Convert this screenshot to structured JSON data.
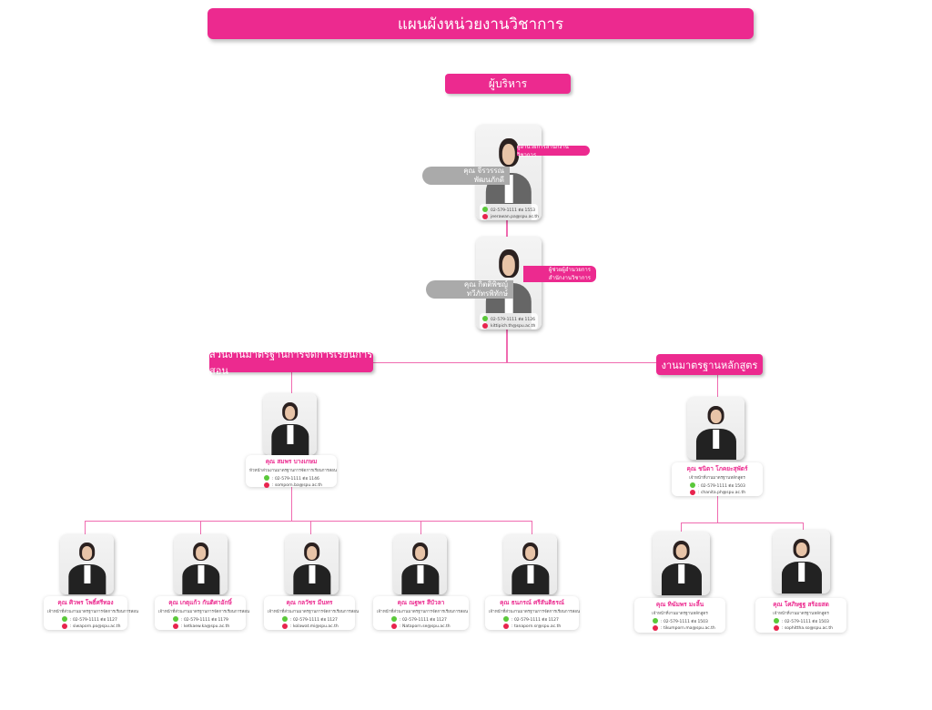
{
  "title": "แผนผังหน่วยงานวิชาการ",
  "executive_label": "ผู้บริหาร",
  "colors": {
    "accent": "#ec2a8f",
    "line": "#f06bb0",
    "phone": "#5ac83a",
    "email": "#e8244e"
  },
  "executives": [
    {
      "name_1": "คุณ จีรวรรณ",
      "name_2": "พัฒนภักดี",
      "role_1": "ผู้อำนวยการสำนักงานวิชาการ",
      "role_2": "",
      "phone": "02-579-1111 ต่อ 1553",
      "email": "jeerawan.pa@spu.ac.th"
    },
    {
      "name_1": "คุณ กิตติพิชญ์",
      "name_2": "ทวีภัทรพิทักษ์",
      "role_1": "ผู้ช่วยผู้อำนวยการ",
      "role_2": "สำนักงานวิชาการ",
      "phone": "02-579-1111 ต่อ 1126",
      "email": "kittipich.th@spu.ac.th"
    }
  ],
  "sections": [
    {
      "label": "ส่วนงานมาตรฐานการจัดการเรียนการสอน",
      "head": {
        "name": "คุณ สมพร บางเกษม",
        "position": "หัวหน้าส่วนงานมาตรฐานการจัดการเรียนการสอน",
        "phone": ": 02-579-1111 ต่อ 1146",
        "email": ": somporn.ba@spu.ac.th"
      },
      "staff": [
        {
          "name": "คุณ ศิวพร โพธิ์ศรีทอง",
          "position": "เจ้าหน้าที่ส่วนงานมาตรฐานการจัดการเรียนการสอน",
          "phone": ": 02-579-1111 ต่อ 1127",
          "email": ": siwaporn.po@spu.ac.th"
        },
        {
          "name": "คุณ เกตุแก้ว กันติศาอักษิ์",
          "position": "เจ้าหน้าที่ส่วนงานมาตรฐานการจัดการเรียนการสอน",
          "phone": ": 02-579-1111 ต่อ 1179",
          "email": ": ketkaew.ka@spu.ac.th"
        },
        {
          "name": "คุณ กลวัชร มีนทร",
          "position": "เจ้าหน้าที่ส่วนงานมาตรฐานการจัดการเรียนการสอน",
          "phone": ": 02-579-1111 ต่อ 1127",
          "email": ": kolawat.mi@spu.ac.th"
        },
        {
          "name": "คุณ ณฐพร สีบัวลา",
          "position": "เจ้าหน้าที่ส่วนงานมาตรฐานการจัดการเรียนการสอน",
          "phone": ": 02-579-1111 ต่อ 1127",
          "email": ": Nataporn.se@spu.ac.th"
        },
        {
          "name": "คุณ ธนภรณ์ ศรีสันติธรณ์",
          "position": "เจ้าหน้าที่ส่วนงานมาตรฐานการจัดการเรียนการสอน",
          "phone": ": 02-579-1111 ต่อ 1127",
          "email": ": tanaporn.sr@spu.ac.th"
        }
      ]
    },
    {
      "label": "งานมาตรฐานหลักสูตร",
      "head": {
        "name": "คุณ ชนิตา โภคยะสุพัตร์",
        "position": "เจ้าหน้าที่งานมาตรฐานหลักสูตร",
        "phone": ": 02-579-1111 ต่อ 1503",
        "email": ": chanita.ph@spu.ac.th"
      },
      "staff": [
        {
          "name": "คุณ ทิฆัมพร มะลิ้น",
          "position": "เจ้าหน้าที่งานมาตรฐานหลักสูตร",
          "phone": ": 02-579-1111 ต่อ 1503",
          "email": ": tikumporn.ma@spu.ac.th"
        },
        {
          "name": "คุณ โศภิษฐฐ สร้อยสด",
          "position": "เจ้าหน้าที่งานมาตรฐานหลักสูตร",
          "phone": ": 02-579-1111 ต่อ 1503",
          "email": ": sophittha.so@spu.ac.th"
        }
      ]
    }
  ]
}
